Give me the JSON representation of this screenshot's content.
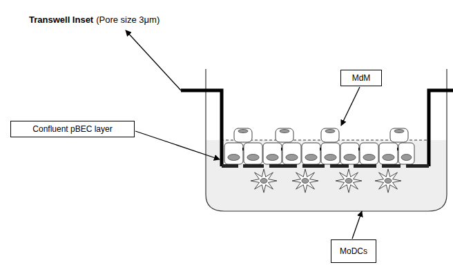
{
  "diagram": {
    "nodes": [
      {
        "text": [
          "MdM"
        ]
      },
      {
        "text": [
          "Confluent pBEC layer"
        ]
      },
      {
        "text": [
          "MoDCs"
        ]
      }
    ],
    "labels": [
      "Transwell Inset",
      "(Pore size 3μm)"
    ]
  }
}
